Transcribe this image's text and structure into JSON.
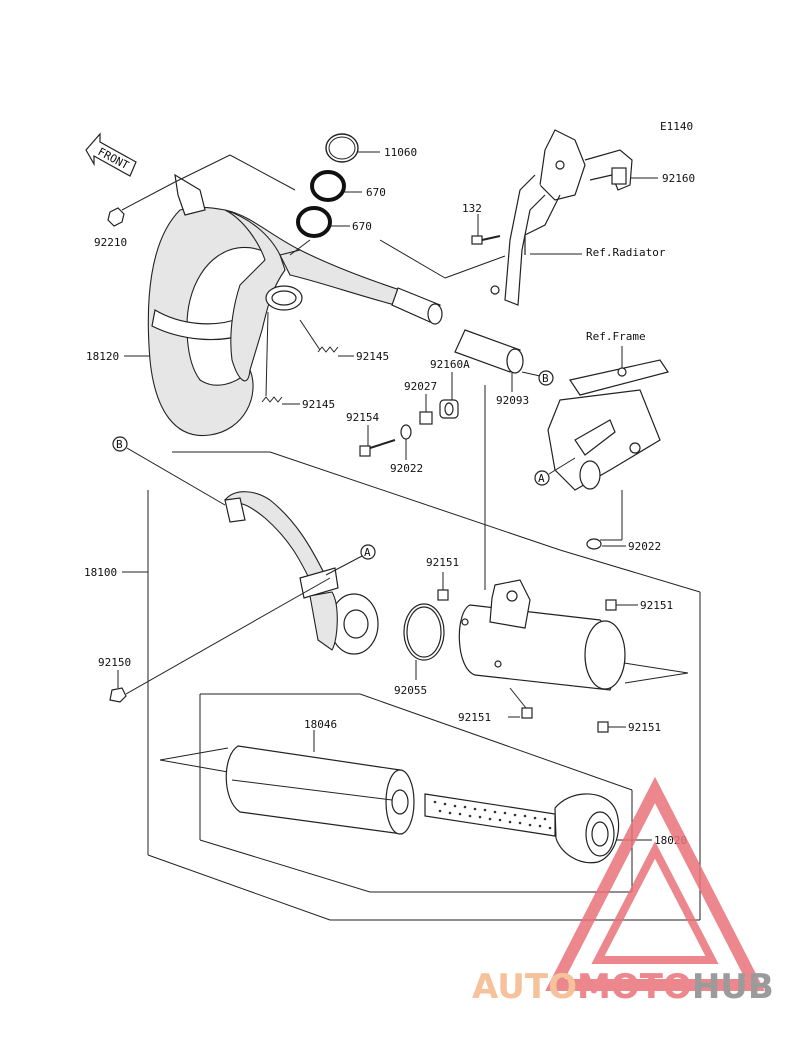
{
  "diagram": {
    "code": "E1140",
    "front_label": "FRONT",
    "refs": {
      "radiator": "Ref.Radiator",
      "frame": "Ref.Frame"
    },
    "callouts": {
      "a": "A",
      "b": "B"
    },
    "parts": {
      "p11060": "11060",
      "p670a": "670",
      "p670b": "670",
      "p92160": "92160",
      "p132": "132",
      "p92210": "92210",
      "p18120": "18120",
      "p92145a": "92145",
      "p92145b": "92145",
      "p92160A": "92160A",
      "p92027": "92027",
      "p92154": "92154",
      "p92022a": "92022",
      "p92093": "92093",
      "p18100": "18100",
      "p92022b": "92022",
      "p92151a": "92151",
      "p92151b": "92151",
      "p92151c": "92151",
      "p92151d": "92151",
      "p92150": "92150",
      "p92055": "92055",
      "p18046": "18046",
      "p18020": "18020"
    }
  },
  "watermark": {
    "part1": "AUTO",
    "part2": "MOTO",
    "part3": "HUB",
    "color1": "#f5b88a",
    "color2": "#e8737a",
    "color3": "#8a8a8a"
  }
}
